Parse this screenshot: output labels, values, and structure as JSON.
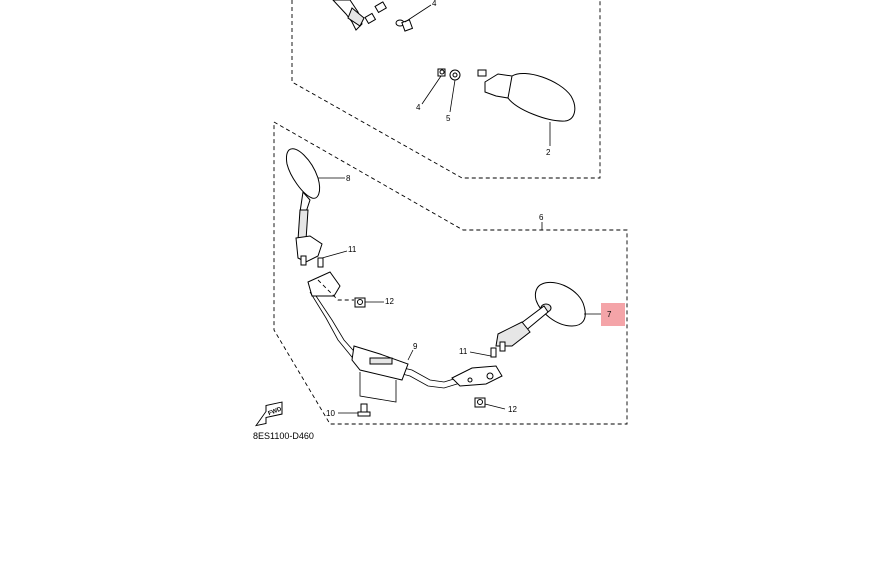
{
  "diagram_code": "8ES1100-D460",
  "fwd_label": "FWD",
  "callouts": {
    "c4_top": "4",
    "c4_mid": "4",
    "c5": "5",
    "c2": "2",
    "c8": "8",
    "c6": "6",
    "c11_left": "11",
    "c12_left": "12",
    "c7": "7",
    "c11_right": "11",
    "c9": "9",
    "c10": "10",
    "c12_right": "12"
  },
  "highlighted_callout": "7",
  "highlight_color": "#f4a4a8"
}
